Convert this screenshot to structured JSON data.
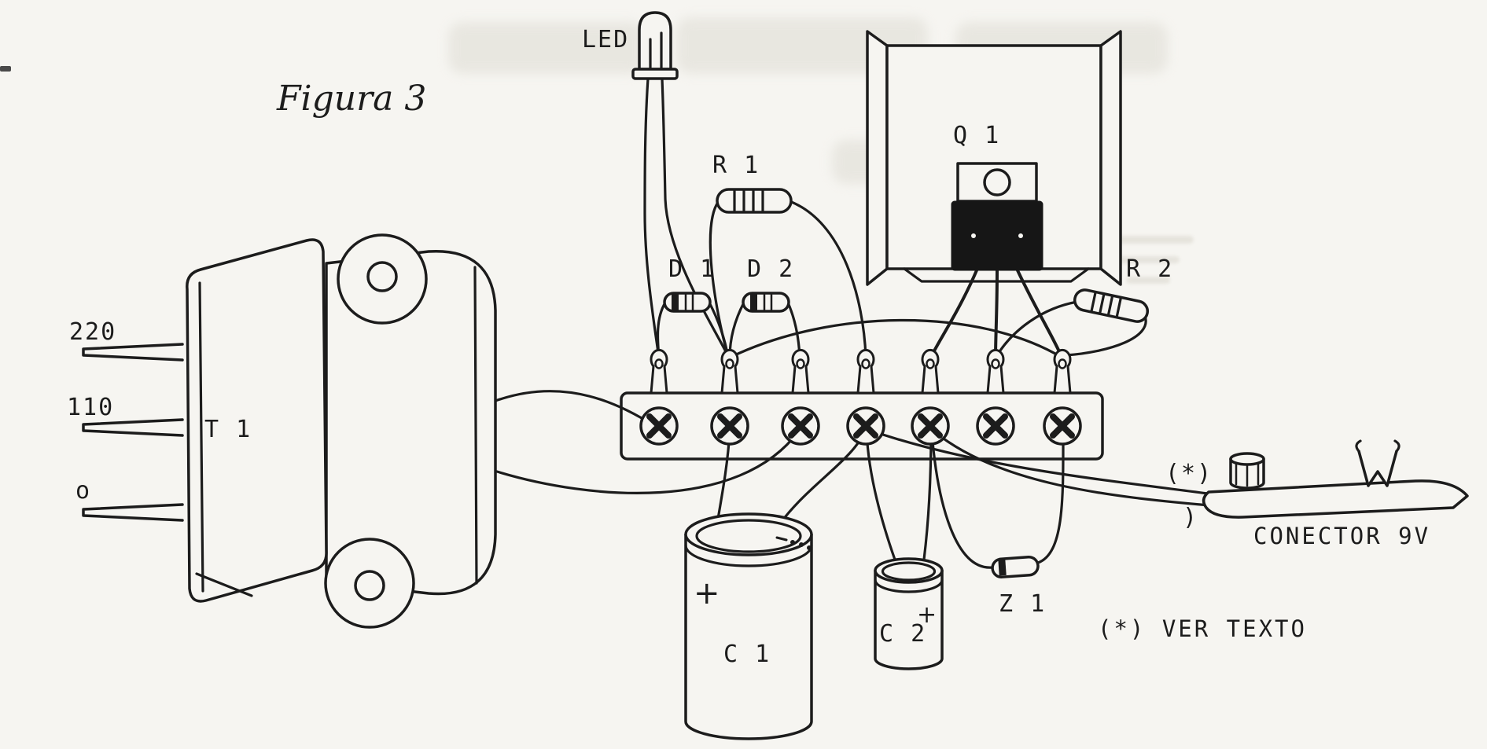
{
  "colors": {
    "paper": "#f6f5f1",
    "ink": "#1c1c1c"
  },
  "figure": {
    "caption": "Figura 3",
    "footnote": "(*) VER TEXTO"
  },
  "components": {
    "led": {
      "label": "LED"
    },
    "r1": {
      "label": "R 1"
    },
    "q1": {
      "label": "Q 1"
    },
    "d1": {
      "label": "D 1"
    },
    "d2": {
      "label": "D 2"
    },
    "r2": {
      "label": "R 2"
    },
    "t1": {
      "label": "T 1",
      "taps": {
        "t220": "220",
        "t110": "110",
        "t0": "o"
      }
    },
    "c1": {
      "label": "C 1",
      "polarity": "+"
    },
    "c2": {
      "label": "C 2",
      "polarity": "+"
    },
    "z1": {
      "label": "Z 1"
    },
    "connector": {
      "label": "CONECTOR 9V",
      "note_mark": "(*)",
      "paren": ")"
    }
  }
}
